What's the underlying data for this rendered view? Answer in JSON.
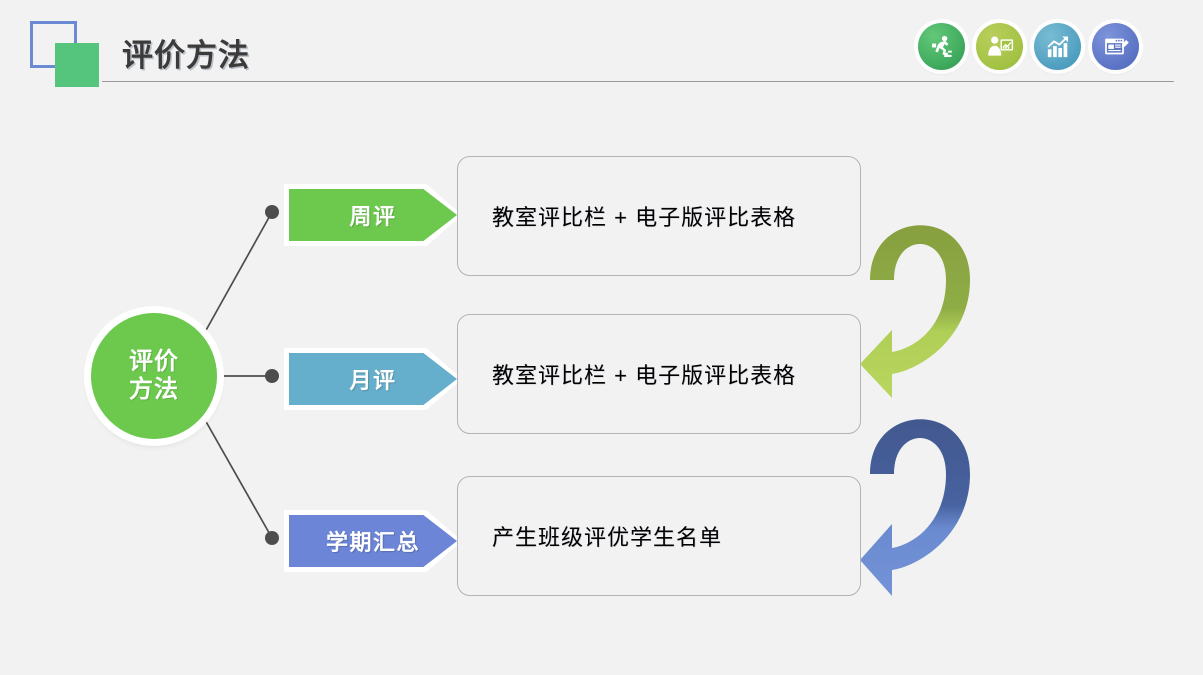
{
  "slide": {
    "background_color": "#f2f2f2",
    "title": "评价方法"
  },
  "header": {
    "logo": {
      "outline_square_color": "#6b8ad4",
      "filled_square_color": "#55c47c"
    },
    "icons": [
      {
        "name": "running-person-stairs-icon",
        "color": "#3da85c"
      },
      {
        "name": "presenter-chart-icon",
        "color": "#a3c244"
      },
      {
        "name": "bar-chart-growth-icon",
        "color": "#4e9ec0"
      },
      {
        "name": "form-edit-icon",
        "color": "#5a72c4"
      }
    ]
  },
  "diagram": {
    "hub": {
      "line1": "评价",
      "line2": "方法",
      "color": "#6cc94e"
    },
    "rows": [
      {
        "tag": "周评",
        "tag_color": "#6cc94e",
        "content": "教室评比栏 + 电子版评比表格"
      },
      {
        "tag": "月评",
        "tag_color": "#66afcc",
        "content": "教室评比栏 + 电子版评比表格"
      },
      {
        "tag": "学期汇总",
        "tag_color": "#6c85d6",
        "content": "产生班级评优学生名单"
      }
    ],
    "flow_arrows": [
      {
        "name": "green-curved-arrow",
        "from_row": 1,
        "to_row": 2,
        "color_top": "#8aa944",
        "color_bottom": "#b5d35a"
      },
      {
        "name": "blue-curved-arrow",
        "from_row": 2,
        "to_row": 3,
        "color_top": "#46619f",
        "color_bottom": "#6f8fd4"
      }
    ]
  }
}
